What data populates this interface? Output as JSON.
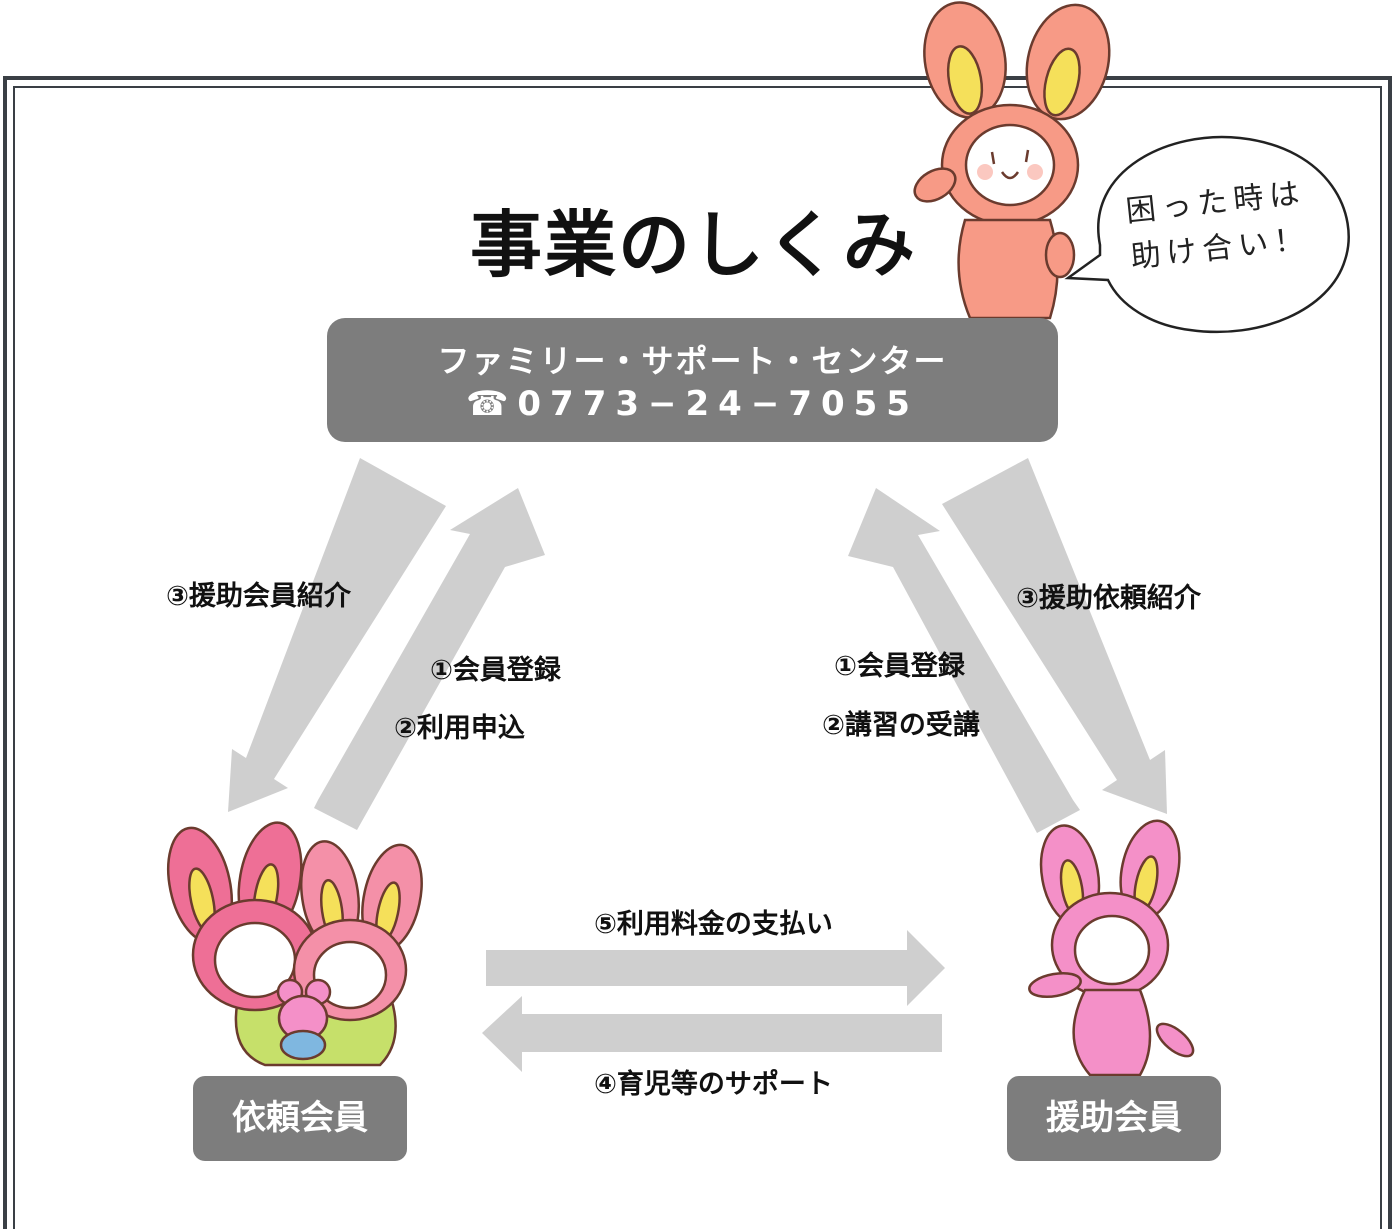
{
  "title": "事業のしくみ",
  "center": {
    "name": "ファミリー・サポート・センター",
    "phone": "☎0773−24−7055"
  },
  "left_member": "依頼会員",
  "right_member": "援助会員",
  "labels": {
    "left_intro": "③援助会員紹介",
    "left_register": "①会員登録",
    "left_apply": "②利用申込",
    "right_register": "①会員登録",
    "right_course": "②講習の受講",
    "right_intro": "③援助依頼紹介",
    "payment": "⑤利用料金の支払い",
    "support": "④育児等のサポート"
  },
  "speech_bubble": {
    "line1": "困った時は",
    "line2": "助け合い！"
  },
  "colors": {
    "box_gray": "#7d7d7d",
    "arrow_gray": "#cfcfcf",
    "frame": "#3a3f45",
    "rabbit_salmon": "#f79a86",
    "rabbit_pink": "#f490c8",
    "rabbit_rose": "#ee6f96",
    "ear_inner": "#f5e05a"
  },
  "icons": [
    "rabbit-mascot-pointing",
    "rabbit-family",
    "rabbit-helper",
    "speech-bubble"
  ]
}
